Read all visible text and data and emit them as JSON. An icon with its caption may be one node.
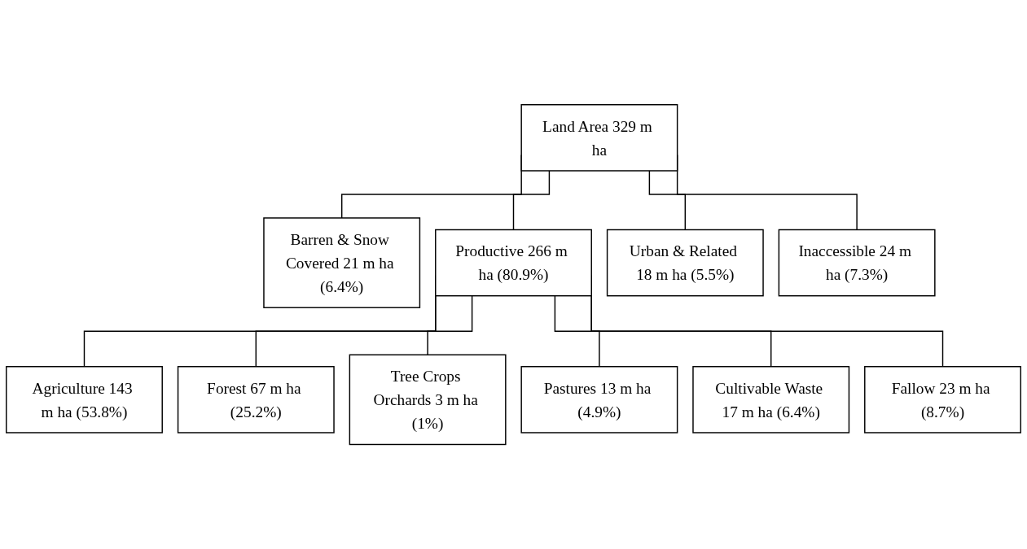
{
  "diagram": {
    "nodes": [
      {
        "text": [
          "Land Area 329 m ha"
        ]
      },
      {
        "text": [
          "Barren & Snow Covered 21 m ha (6.4%)"
        ]
      },
      {
        "text": [
          "Productive 266 m ha (80.9%)"
        ]
      },
      {
        "text": [
          "Urban & Related 18 m ha (5.5%)"
        ]
      },
      {
        "text": [
          "Inaccessible 24 m ha (7.3%)"
        ]
      },
      {
        "text": [
          "Agriculture 143 m ha (53.8%)"
        ]
      },
      {
        "text": [
          "Forest 67 m ha (25.2%)"
        ]
      },
      {
        "text": [
          "Tree Crops Orchards 3 m ha (1%)"
        ]
      },
      {
        "text": [
          "Pastures 13 m ha (4.9%)"
        ]
      },
      {
        "text": [
          "Cultivable Waste 17 m ha (6.4%)"
        ]
      },
      {
        "text": [
          "Fallow 23 m ha (8.7%)"
        ]
      }
    ],
    "edges": [
      {
        "from": 0,
        "to": 1,
        "arrow": "none"
      },
      {
        "from": 0,
        "to": 2,
        "arrow": "none"
      },
      {
        "from": 0,
        "to": 3,
        "arrow": "none"
      },
      {
        "from": 0,
        "to": 4,
        "arrow": "none"
      },
      {
        "from": 2,
        "to": 5,
        "arrow": "none"
      },
      {
        "from": 2,
        "to": 6,
        "arrow": "none"
      },
      {
        "from": 2,
        "to": 7,
        "arrow": "none"
      },
      {
        "from": 2,
        "to": 8,
        "arrow": "none"
      },
      {
        "from": 2,
        "to": 9,
        "arrow": "none"
      },
      {
        "from": 2,
        "to": 10,
        "arrow": "none"
      }
    ]
  }
}
